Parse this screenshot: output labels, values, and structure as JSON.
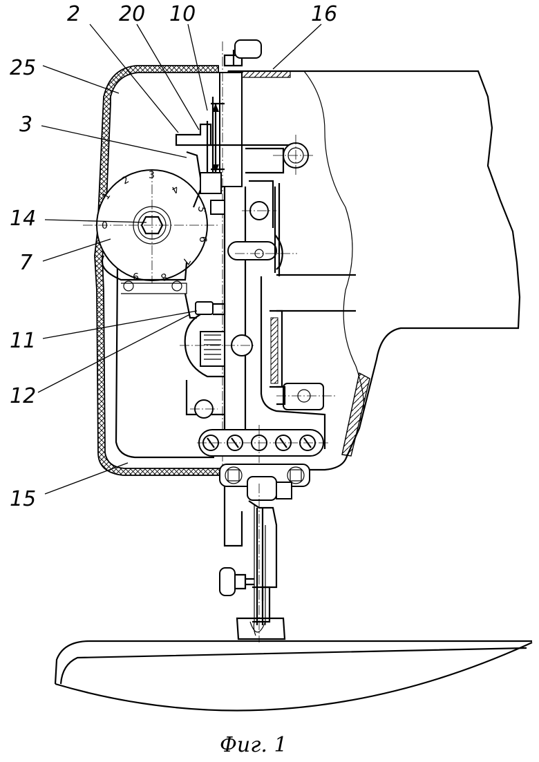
{
  "figure": {
    "caption": "Фиг. 1",
    "labels": [
      {
        "id": "2",
        "text": "2"
      },
      {
        "id": "20",
        "text": "20"
      },
      {
        "id": "10",
        "text": "10"
      },
      {
        "id": "16",
        "text": "16"
      },
      {
        "id": "25",
        "text": "25"
      },
      {
        "id": "3",
        "text": "3"
      },
      {
        "id": "14",
        "text": "14"
      },
      {
        "id": "7",
        "text": "7"
      },
      {
        "id": "11",
        "text": "11"
      },
      {
        "id": "12",
        "text": "12"
      },
      {
        "id": "15",
        "text": "15"
      }
    ],
    "dial_numbers": [
      "0",
      "1",
      "2",
      "3",
      "4",
      "5",
      "6",
      "7",
      "8",
      "9"
    ]
  }
}
